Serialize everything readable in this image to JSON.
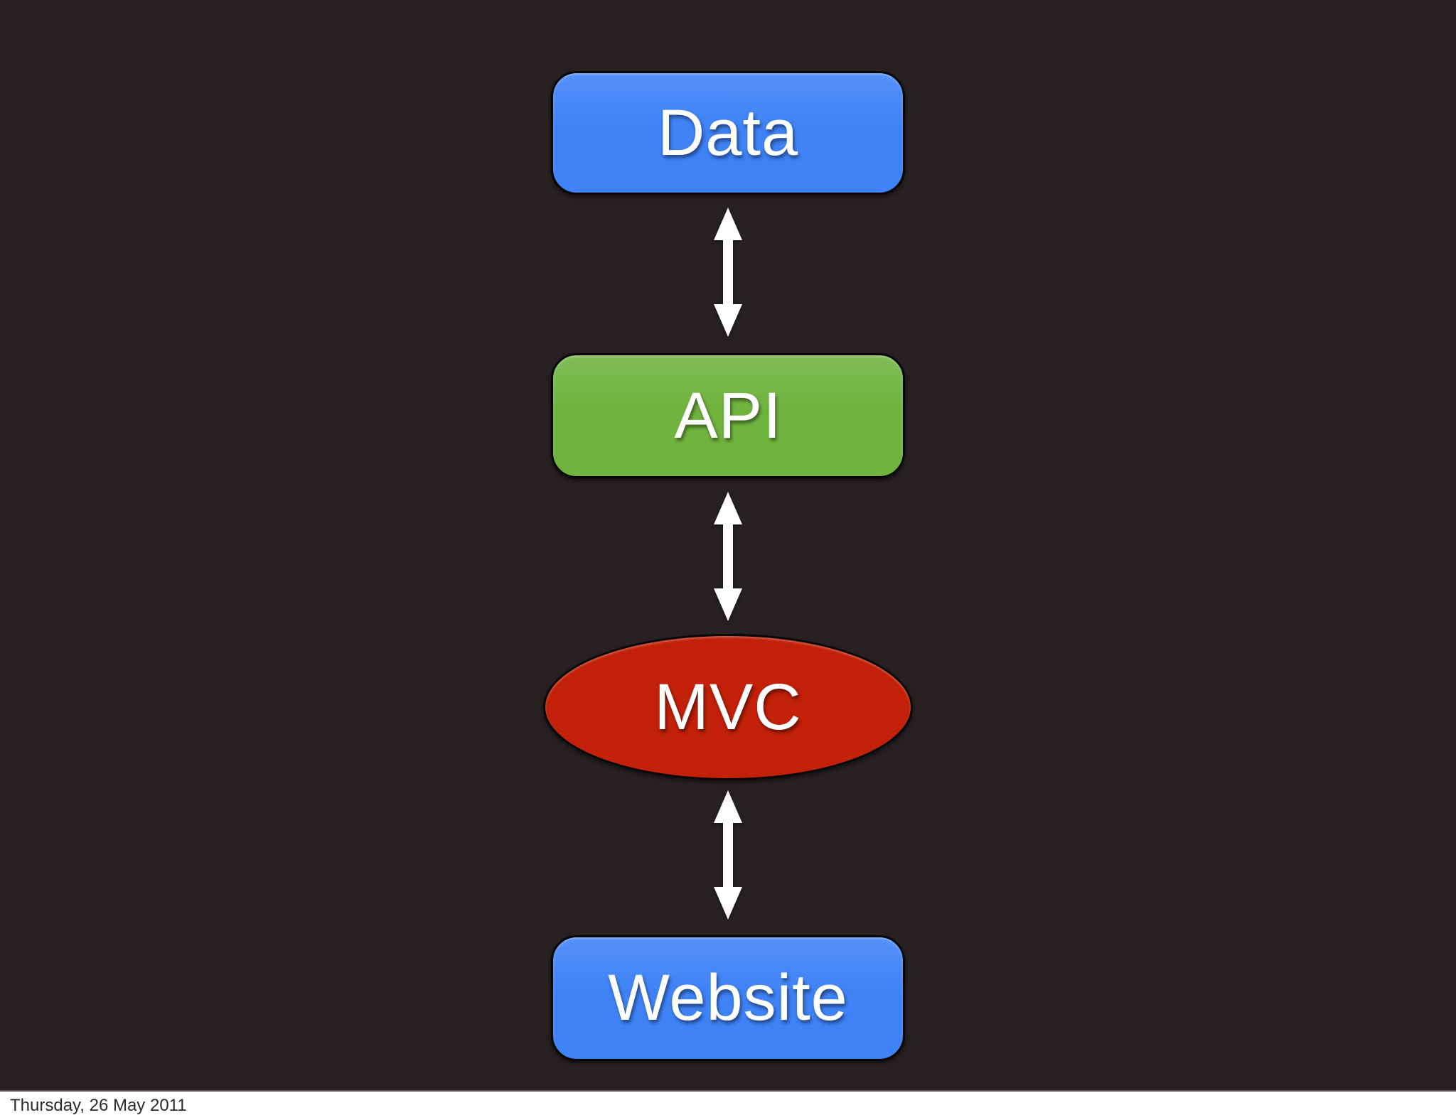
{
  "slide": {
    "background_color": "#272122",
    "diagram": {
      "nodes": [
        {
          "id": "data",
          "label": "Data",
          "shape": "rounded-rect",
          "fill": "#3e82f6",
          "text_color": "#ffffff"
        },
        {
          "id": "api",
          "label": "API",
          "shape": "rounded-rect",
          "fill": "#6fb33e",
          "text_color": "#ffffff"
        },
        {
          "id": "mvc",
          "label": "MVC",
          "shape": "ellipse",
          "fill": "#c22008",
          "text_color": "#ffffff"
        },
        {
          "id": "website",
          "label": "Website",
          "shape": "rounded-rect",
          "fill": "#3e82f6",
          "text_color": "#ffffff"
        }
      ],
      "connectors": [
        {
          "from": "data",
          "to": "api",
          "type": "double-headed-arrow",
          "color": "#ffffff"
        },
        {
          "from": "api",
          "to": "mvc",
          "type": "double-headed-arrow",
          "color": "#ffffff"
        },
        {
          "from": "mvc",
          "to": "website",
          "type": "double-headed-arrow",
          "color": "#ffffff"
        }
      ]
    }
  },
  "footer": {
    "date": "Thursday, 26 May 2011",
    "background_color": "#ffffff",
    "text_color": "#2c2c2c"
  }
}
